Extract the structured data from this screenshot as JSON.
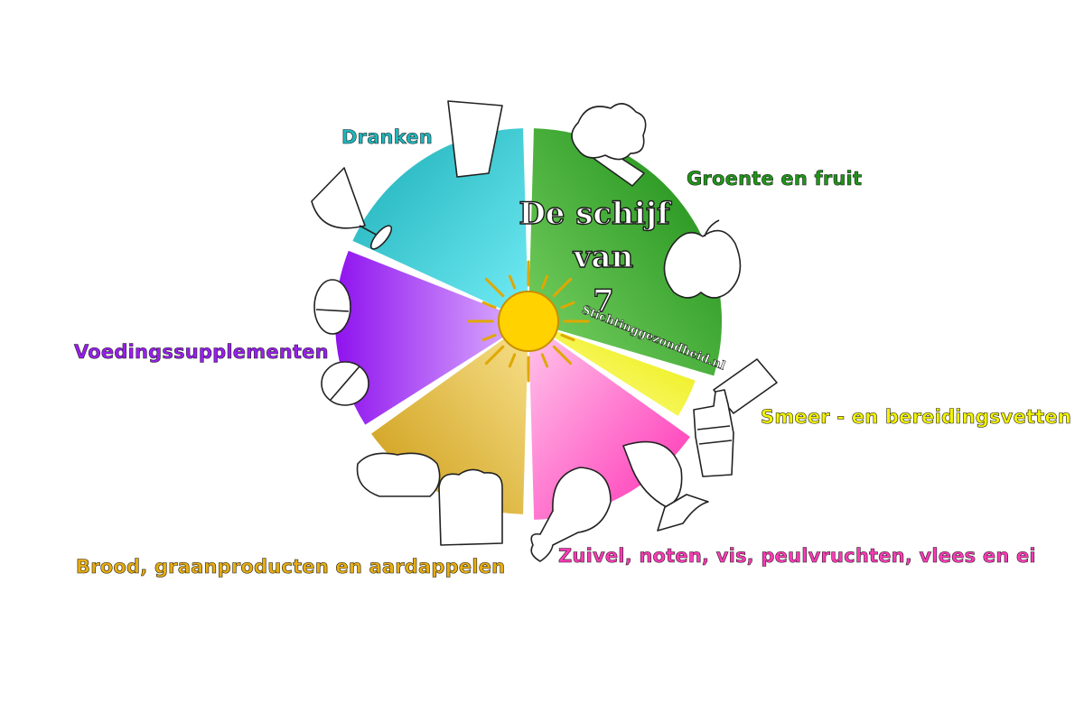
{
  "title_lines": [
    "De schijf",
    "van",
    "7"
  ],
  "watermark": "Stichtinggezondheid.nl",
  "segments": [
    {
      "id": "dranken",
      "label": "Dranken",
      "color": "#1fb8bd",
      "light": "#6ee6ef"
    },
    {
      "id": "groente",
      "label": "Groente en fruit",
      "color": "#1f9618",
      "light": "#6fcc5a"
    },
    {
      "id": "smeer",
      "label": "Smeer - en bereidingsvetten",
      "color": "#f2f200",
      "light": "#ffff8a"
    },
    {
      "id": "zuivel",
      "label": "Zuivel, noten, vis, peulvruchten, vlees en ei",
      "color": "#ff3bb8",
      "light": "#ffb4e6"
    },
    {
      "id": "brood",
      "label": "Brood, graanproducten en aardappelen",
      "color": "#d6a51e",
      "light": "#f4d66a"
    },
    {
      "id": "supplementen",
      "label": "Voedingssupplementen",
      "color": "#9a1ff0",
      "light": "#d49cff"
    }
  ],
  "colors": {
    "sun": "#ffd200",
    "sun_stroke": "#d19a00",
    "outline": "#222222"
  },
  "icons": [
    "glass-icon",
    "wine-glass-icon",
    "broccoli-icon",
    "apple-icon",
    "butter-icon",
    "oil-bottle-icon",
    "chicken-leg-icon",
    "fish-icon",
    "bread-loaf-icon",
    "toast-icon",
    "pill-icon",
    "tablet-icon",
    "sun-icon"
  ]
}
